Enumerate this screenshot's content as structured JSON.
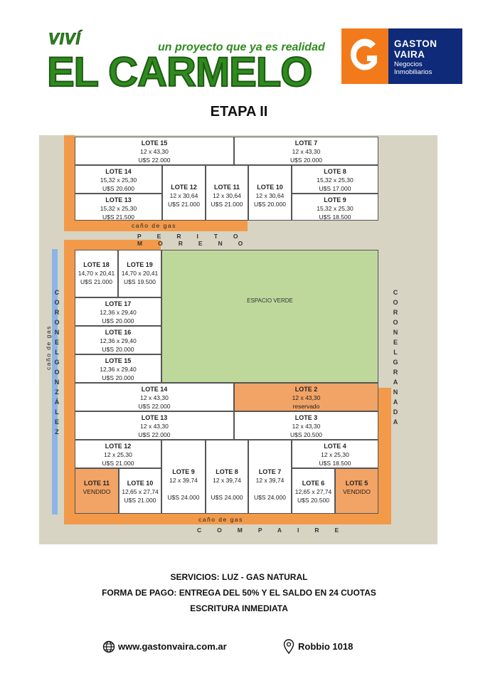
{
  "header": {
    "vivi": "VIVÍ",
    "tagline": "un proyecto que ya es realidad",
    "title": "EL CARMELO",
    "logo_line1": "GASTON",
    "logo_line2": "VAIRA",
    "logo_sub1": "Negocios",
    "logo_sub2": "Inmobiliarios",
    "stage": "ETAPA II",
    "brand_color": "#f27a1a",
    "logo_bg": "#0e2a78"
  },
  "streets": {
    "top": "PERITO MORENO",
    "bottom": "COMPAIRE",
    "left": "CORONEL GONZÁLEZ",
    "right": "CORONEL GRANADA",
    "gas_label": "caño de gas",
    "green_space": "ESPACIO VERDE"
  },
  "block_top": [
    {
      "id": "b1l15",
      "name": "LOTE 15",
      "dims": "12 x 43,30",
      "price": "U$S 22.000"
    },
    {
      "id": "b1l7",
      "name": "LOTE 7",
      "dims": "12 x 43,30",
      "price": "U$S 20.000"
    },
    {
      "id": "b1l14",
      "name": "LOTE 14",
      "dims": "15,32 x 25,30",
      "price": "U$S 20.600"
    },
    {
      "id": "b1l13",
      "name": "LOTE 13",
      "dims": "15,32 x 25,30",
      "price": "U$S 21.500"
    },
    {
      "id": "b1l12",
      "name": "LOTE 12",
      "dims": "12 x 30,64",
      "price": "U$S 21.000"
    },
    {
      "id": "b1l11",
      "name": "LOTE 11",
      "dims": "12 x 30,64",
      "price": "U$S 21.000"
    },
    {
      "id": "b1l10",
      "name": "LOTE 10",
      "dims": "12 x 30,64",
      "price": "U$S 20.000"
    },
    {
      "id": "b1l8",
      "name": "LOTE 8",
      "dims": "15,32 x 25,30",
      "price": "U$S 17.000"
    },
    {
      "id": "b1l9",
      "name": "LOTE 9",
      "dims": "15,32 x 25,30",
      "price": "U$S 18.500"
    }
  ],
  "block_main": [
    {
      "id": "l18",
      "name": "LOTE 18",
      "dims": "14,70 x 20,41",
      "price": "U$S 21.000"
    },
    {
      "id": "l19",
      "name": "LOTE 19",
      "dims": "14,70 x 20,41",
      "price": "U$S 19.500"
    },
    {
      "id": "l17",
      "name": "LOTE 17",
      "dims": "12,36 x 29,40",
      "price": "U$S 20.000"
    },
    {
      "id": "l16",
      "name": "LOTE 16",
      "dims": "12,36 x 29,40",
      "price": "U$S 20.000"
    },
    {
      "id": "l15",
      "name": "LOTE 15",
      "dims": "12,36 x 29,40",
      "price": "U$S 20.000"
    },
    {
      "id": "l14",
      "name": "LOTE 14",
      "dims": "12 x 43,30",
      "price": "U$S 22.000"
    },
    {
      "id": "l2",
      "name": "LOTE 2",
      "dims": "12 x 43,30",
      "price": "reservado"
    },
    {
      "id": "l13",
      "name": "LOTE 13",
      "dims": "12 x 43,30",
      "price": "U$S 22.000"
    },
    {
      "id": "l3",
      "name": "LOTE 3",
      "dims": "12 x 43,30",
      "price": "U$S 20.500"
    },
    {
      "id": "l12",
      "name": "LOTE 12",
      "dims": "12 x 25,30",
      "price": "U$S 21.000"
    },
    {
      "id": "l4",
      "name": "LOTE 4",
      "dims": "12 x 25,30",
      "price": "U$S 18.500"
    },
    {
      "id": "l9",
      "name": "LOTE 9",
      "dims": "12 x 39,74",
      "price": "U$S 24.000"
    },
    {
      "id": "l8",
      "name": "LOTE 8",
      "dims": "12 x 39,74",
      "price": "U$S 24.000"
    },
    {
      "id": "l7",
      "name": "LOTE 7",
      "dims": "12 x 39,74",
      "price": "U$S 24.000"
    },
    {
      "id": "l11",
      "name": "LOTE 11",
      "dims": "",
      "price": "VENDIDO"
    },
    {
      "id": "l10",
      "name": "LOTE 10",
      "dims": "12,65 x 27,74",
      "price": "U$S 21.000"
    },
    {
      "id": "l6",
      "name": "LOTE 6",
      "dims": "12,65 x 27,74",
      "price": "U$S 20.500"
    },
    {
      "id": "l5",
      "name": "LOTE 5",
      "dims": "",
      "price": "VENDIDO"
    }
  ],
  "footer": {
    "services": "SERVICIOS: LUZ -  GAS NATURAL",
    "payment": "FORMA DE PAGO: ENTREGA DEL 50% Y EL SALDO EN 24 CUOTAS",
    "deed": "ESCRITURA INMEDIATA",
    "website": "www.gastonvaira.com.ar",
    "address": "Robbio 1018",
    "website_icon": "globe-icon",
    "address_icon": "map-pin-icon"
  }
}
